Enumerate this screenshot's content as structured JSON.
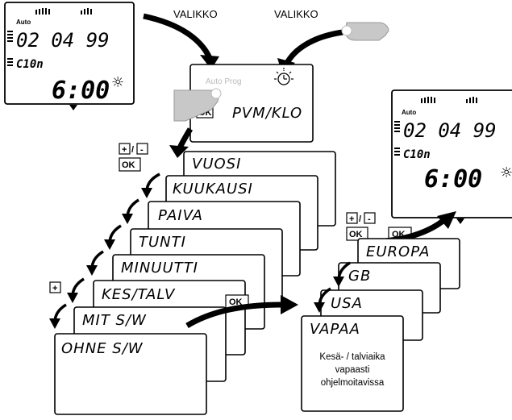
{
  "labels": {
    "valikko_left": "VALIKKO",
    "valikko_right": "VALIKKO"
  },
  "display_left": {
    "mode": "Auto",
    "date": "02 04 99",
    "program": "C10n",
    "time": "6:00",
    "sun": "☼"
  },
  "display_right": {
    "mode": "Auto",
    "date": "02 04 99",
    "program": "C10n",
    "time": "6:00",
    "sun": "☼"
  },
  "menu_header": {
    "faint": "Auto Prog",
    "title": "PVM/KLO",
    "ok_key": "OK"
  },
  "keys": {
    "plus": "+",
    "minus": "-",
    "slash": "/",
    "ok": "OK"
  },
  "menu_items": [
    "VUOSI",
    "KUUKAUSI",
    "PAIVA",
    "TUNTI",
    "MINUUTTI",
    "KES/TALV",
    "MIT S/W",
    "OHNE S/W"
  ],
  "dst_options": [
    "EUROPA",
    "GB",
    "USA",
    "VAPAA"
  ],
  "vapaa_note": [
    "Kesä- / talviaika",
    "vapaasti",
    "ohjelmoitavissa"
  ]
}
